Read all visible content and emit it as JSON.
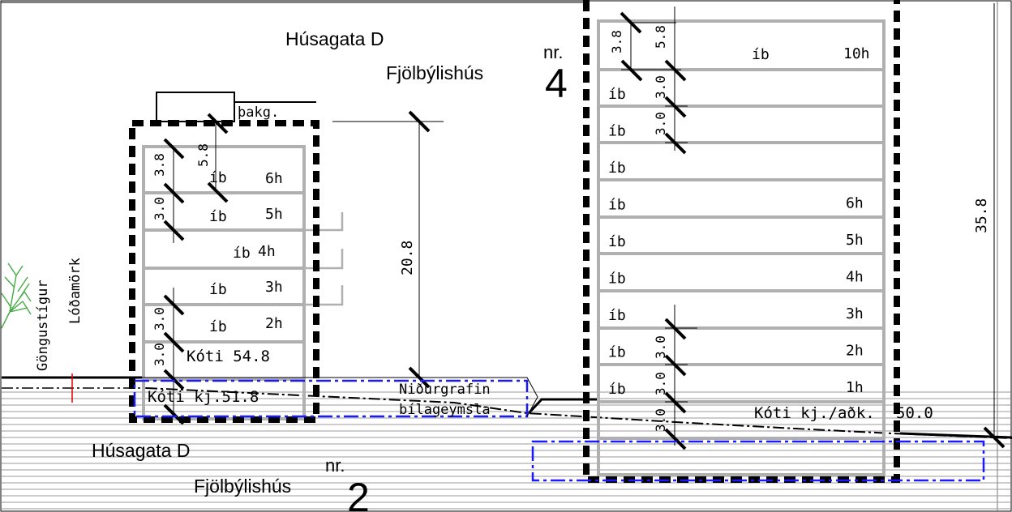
{
  "building_2": {
    "street": "Húsagata D",
    "type": "Fjölbýlishús",
    "nr_label": "nr.",
    "number": "2",
    "floors": [
      {
        "apt": "íb",
        "floor": "6h"
      },
      {
        "apt": "íb",
        "floor": "5h"
      },
      {
        "apt": "íb",
        "floor": "4h"
      },
      {
        "apt": "íb",
        "floor": "3h"
      },
      {
        "apt": "íb",
        "floor": "2h"
      }
    ],
    "ground_level": "Kóti 54.8",
    "basement_level": "Kóti kj.51.8",
    "roof_label": "þakg.",
    "dim_top_floor": "3.8",
    "dim_top_total": "5.8",
    "dim_floor_a": "3.0",
    "dim_floor_b": "3.0",
    "dim_floor_c": "3.0",
    "dim_height": "20.8"
  },
  "building_4": {
    "street": "Húsagata D",
    "type": "Fjölbýlishús",
    "nr_label": "nr.",
    "number": "4",
    "top_floor": {
      "apt": "íb",
      "floor": "10h"
    },
    "floors": [
      {
        "apt": "íb",
        "floor": ""
      },
      {
        "apt": "íb",
        "floor": ""
      },
      {
        "apt": "íb",
        "floor": ""
      },
      {
        "apt": "íb",
        "floor": "6h"
      },
      {
        "apt": "íb",
        "floor": "5h"
      },
      {
        "apt": "íb",
        "floor": "4h"
      },
      {
        "apt": "íb",
        "floor": "3h"
      },
      {
        "apt": "íb",
        "floor": "2h"
      },
      {
        "apt": "íb",
        "floor": "1h"
      }
    ],
    "basement_level": "Kóti kj./aðk.",
    "basement_value": "50.0",
    "dim_top_floor": "3.8",
    "dim_top_total": "5.8",
    "dim_floor_a": "3.0",
    "dim_floor_b": "3.0",
    "dim_floor_c": "3.0",
    "dim_floor_d": "3.0",
    "dim_floor_e": "3.0",
    "dim_height": "35.8"
  },
  "site": {
    "path_label": "Göngustígur",
    "lot_label": "Lóðamörk",
    "garage_line1": "Niðurgrafin",
    "garage_line2": "bílageymsla"
  },
  "colors": {
    "outline": "#000000",
    "floors": "#b0b0b0",
    "garage": "#1a1aff",
    "ground_hatch": "#999999",
    "tree": "#44aa44",
    "marker": "#dd0000"
  }
}
